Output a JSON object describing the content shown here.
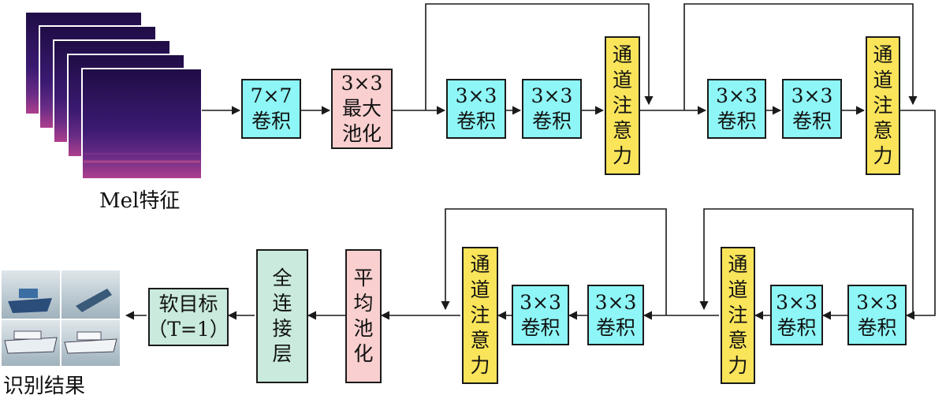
{
  "input_label": "Mel特征",
  "output_label": "识别结果",
  "blocks": {
    "conv7": [
      "7×7",
      "卷积"
    ],
    "maxpool": [
      "3×3",
      "最大",
      "池化"
    ],
    "conv3": [
      "3×3",
      "卷积"
    ],
    "attention": [
      "通",
      "道",
      "注",
      "意",
      "力"
    ],
    "avgpool": [
      "平",
      "均",
      "池",
      "化"
    ],
    "fc": [
      "全",
      "连",
      "接",
      "层"
    ],
    "softmax": [
      "软目标",
      "（T=1）"
    ]
  },
  "colors": {
    "conv": "#8ef6f6",
    "pool": "#f9cfcf",
    "attention": "#f9e45a",
    "fc": "#c9eadc",
    "spectrogram": "#3a1a6e",
    "line": "#1a1a1a"
  }
}
